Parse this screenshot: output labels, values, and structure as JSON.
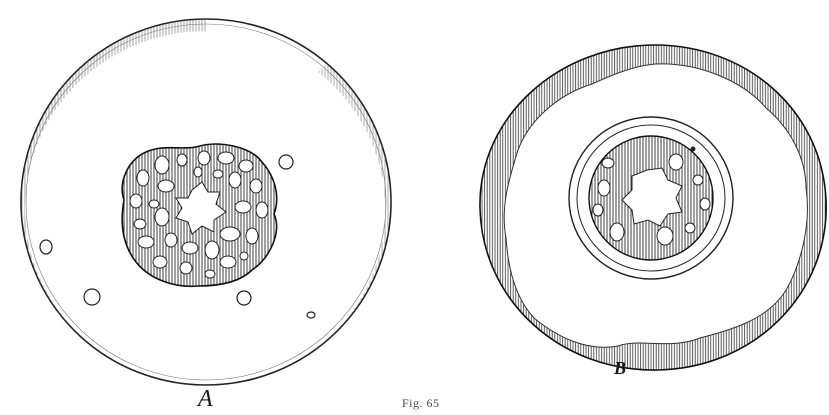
{
  "figure": {
    "caption": "Fig. 65",
    "panels": [
      {
        "label": "A"
      },
      {
        "label": "B"
      }
    ],
    "colors": {
      "ink": "#1a1a1a",
      "paper": "#ffffff"
    }
  }
}
